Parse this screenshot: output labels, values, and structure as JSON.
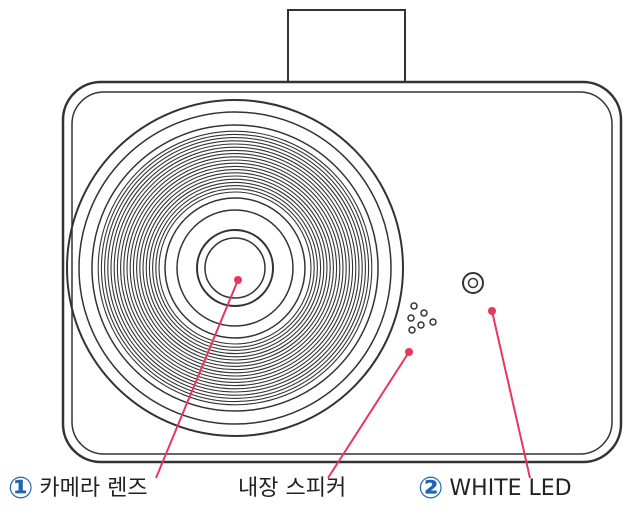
{
  "labels": {
    "lens": {
      "number": "①",
      "text": "카메라 렌즈"
    },
    "speaker": {
      "text": "내장 스피커"
    },
    "led": {
      "number": "②",
      "text": "WHITE LED"
    }
  },
  "colors": {
    "outline": "#333333",
    "leader_line": "#e8365d",
    "badge": "#1f66b3"
  }
}
